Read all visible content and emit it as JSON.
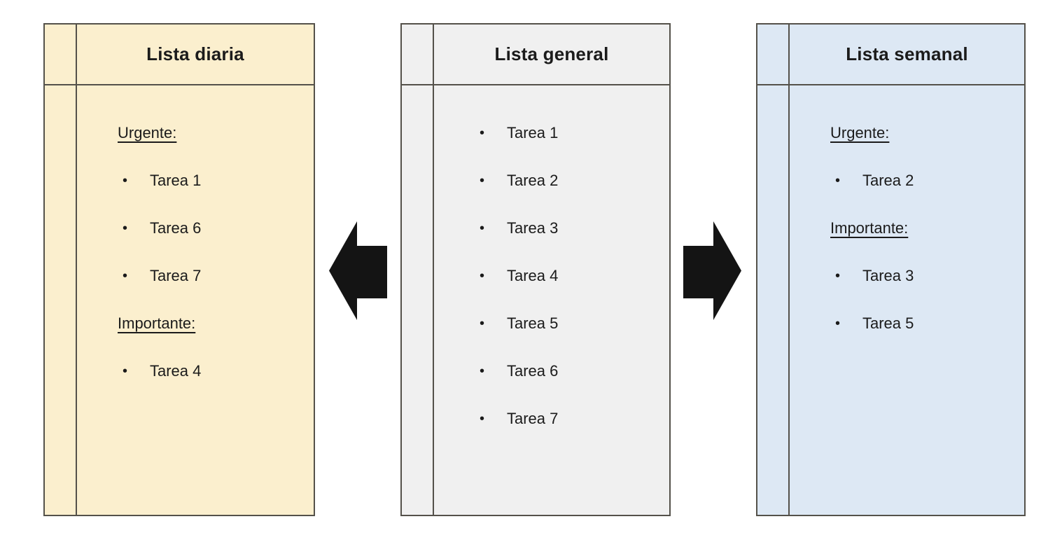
{
  "canvas": {
    "background": "#FFFFFF"
  },
  "colors": {
    "daily_bg": "#FBEFCE",
    "general_bg": "#F0F0F0",
    "weekly_bg": "#DDE8F4",
    "border": "#54514A",
    "text": "#1B1B1B",
    "arrow": "#141414"
  },
  "glyphs": {
    "bullet": "•"
  },
  "panels": [
    {
      "id": "daily",
      "title": "Lista diaria",
      "background": "#FBEFCE",
      "items": [
        {
          "type": "heading",
          "text": "Urgente:"
        },
        {
          "type": "bullet",
          "text": "Tarea 1"
        },
        {
          "type": "bullet",
          "text": "Tarea 6"
        },
        {
          "type": "bullet",
          "text": "Tarea 7"
        },
        {
          "type": "heading",
          "text": "Importante:"
        },
        {
          "type": "bullet",
          "text": "Tarea 4"
        }
      ]
    },
    {
      "id": "general",
      "title": "Lista general",
      "background": "#F0F0F0",
      "items": [
        {
          "type": "bullet",
          "text": "Tarea 1"
        },
        {
          "type": "bullet",
          "text": "Tarea 2"
        },
        {
          "type": "bullet",
          "text": "Tarea 3"
        },
        {
          "type": "bullet",
          "text": "Tarea 4"
        },
        {
          "type": "bullet",
          "text": "Tarea 5"
        },
        {
          "type": "bullet",
          "text": "Tarea 6"
        },
        {
          "type": "bullet",
          "text": "Tarea 7"
        }
      ]
    },
    {
      "id": "weekly",
      "title": "Lista semanal",
      "background": "#DDE8F4",
      "items": [
        {
          "type": "heading",
          "text": "Urgente:"
        },
        {
          "type": "bullet",
          "text": "Tarea 2"
        },
        {
          "type": "heading",
          "text": "Importante:"
        },
        {
          "type": "bullet",
          "text": "Tarea 3"
        },
        {
          "type": "bullet",
          "text": "Tarea 5"
        }
      ]
    }
  ],
  "arrows": [
    {
      "direction": "left",
      "color": "#141414"
    },
    {
      "direction": "right",
      "color": "#141414"
    }
  ]
}
